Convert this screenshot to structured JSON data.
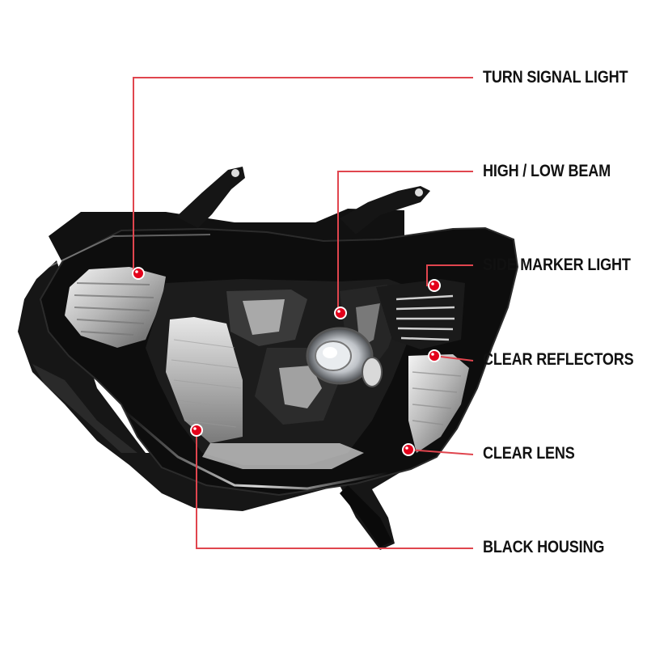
{
  "callouts": [
    {
      "id": "turn-signal-light",
      "label": "TURN SIGNAL LIGHT"
    },
    {
      "id": "high-low-beam",
      "label": "HIGH / LOW BEAM"
    },
    {
      "id": "side-marker-light",
      "label": "SIDE MARKER LIGHT"
    },
    {
      "id": "clear-reflectors",
      "label": "CLEAR REFLECTORS"
    },
    {
      "id": "clear-lens",
      "label": "CLEAR LENS"
    },
    {
      "id": "black-housing",
      "label": "BLACK HOUSING"
    }
  ],
  "colors": {
    "leader_line": "#e0454e",
    "dot": "#e3001b",
    "housing": "#0d0d0d",
    "label_text": "#111111",
    "background": "#ffffff"
  }
}
